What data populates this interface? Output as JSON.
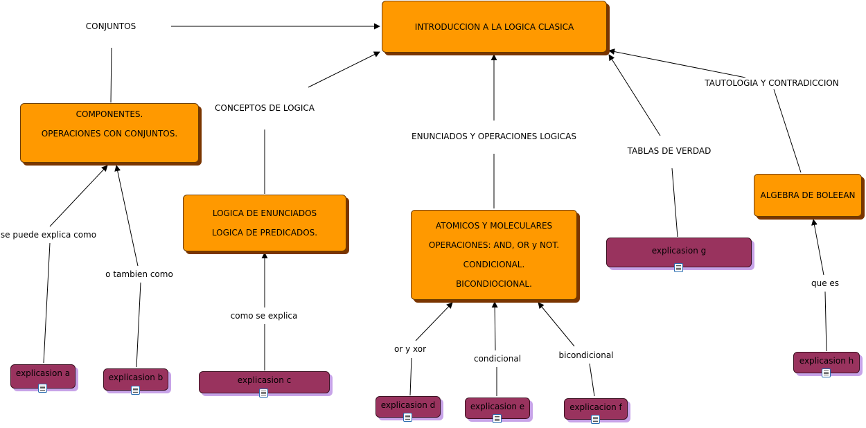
{
  "concepts": {
    "intro": {
      "lines": [
        "INTRODUCCION A LA LOGICA CLASICA"
      ]
    },
    "componentes": {
      "lines": [
        "COMPONENTES.",
        "OPERACIONES CON CONJUNTOS."
      ]
    },
    "logica": {
      "lines": [
        "LOGICA DE ENUNCIADOS",
        "LOGICA DE PREDICADOS."
      ]
    },
    "atomicos": {
      "lines": [
        "ATOMICOS Y MOLECULARES",
        "OPERACIONES: AND, OR y NOT.",
        "CONDICIONAL.",
        "BICONDIOCIONAL."
      ]
    },
    "algebra": {
      "lines": [
        "ALGEBRA DE BOLEEAN"
      ]
    },
    "exp_a": {
      "label": "explicasion a"
    },
    "exp_b": {
      "label": "explicasion b"
    },
    "exp_c": {
      "label": "explicasion c"
    },
    "exp_d": {
      "label": "explicasion d"
    },
    "exp_e": {
      "label": "explicasion e"
    },
    "exp_f": {
      "label": "explicacion f"
    },
    "exp_g": {
      "label": "explicasion g"
    },
    "exp_h": {
      "label": "explicasion h"
    }
  },
  "linking_phrases": {
    "conjuntos": "CONJUNTOS",
    "conceptos": "CONCEPTOS DE LOGICA",
    "enunciados": "ENUNCIADOS Y OPERACIONES LOGICAS",
    "tablas": "TABLAS DE VERDAD",
    "tautologia": "TAUTOLOGIA Y CONTRADICCION",
    "se_puede": "se puede explica como",
    "o_tambien": "o tambien como",
    "como_se": "como se explica",
    "or_xor": "or y xor",
    "condicional": "condicional",
    "bicondicional": "bicondicional",
    "que_es": "que es"
  },
  "icons": {
    "resource": "document-icon"
  },
  "colors": {
    "concept": "#ff9900",
    "explanation": "#99335e",
    "line": "#000000"
  }
}
